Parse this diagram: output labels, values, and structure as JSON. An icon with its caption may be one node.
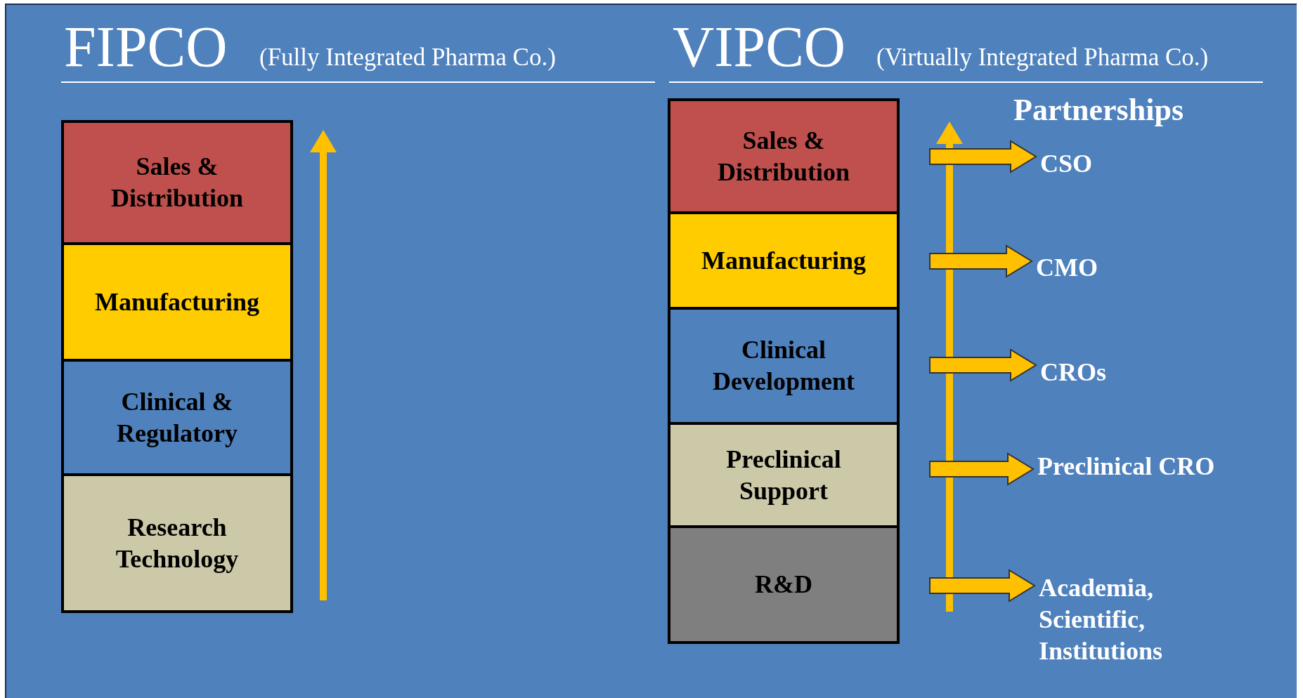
{
  "diagram": {
    "nodes": [
      {
        "text": [
          "Sales & Distribution"
        ]
      },
      {
        "text": [
          "Manufacturing"
        ]
      },
      {
        "text": [
          "Clinical & Regulatory"
        ]
      },
      {
        "text": [
          "Research Technology"
        ]
      },
      {
        "text": [
          "Sales & Distribution"
        ]
      },
      {
        "text": [
          "Manufacturing"
        ]
      },
      {
        "text": [
          "Clinical Development"
        ]
      },
      {
        "text": [
          "Preclinical Support"
        ]
      },
      {
        "text": [
          "R&D"
        ]
      },
      {
        "text": [
          "CSO"
        ]
      },
      {
        "text": [
          "CMO"
        ]
      },
      {
        "text": [
          "CROs"
        ]
      },
      {
        "text": [
          "Preclinical CRO"
        ]
      },
      {
        "text": [
          "Academia, Scientific, Institutions"
        ]
      }
    ],
    "edges": [
      {
        "from": null,
        "to": 9,
        "arrow": "to"
      },
      {
        "from": null,
        "to": 10,
        "arrow": "to"
      },
      {
        "from": null,
        "to": 11,
        "arrow": "to"
      },
      {
        "from": null,
        "to": 12,
        "arrow": "to"
      },
      {
        "from": null,
        "to": 13,
        "arrow": "to"
      }
    ],
    "labels": [
      "FIPCO",
      "(Fully Integrated Pharma Co.)",
      "VIPCO",
      "(Virtually Integrated Pharma Co.)",
      "Partnerships"
    ]
  }
}
